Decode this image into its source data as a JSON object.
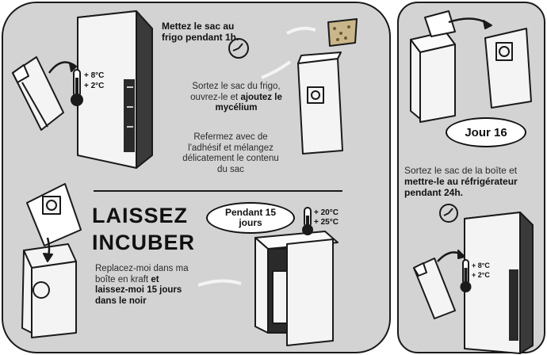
{
  "steps": {
    "fridge_title": "Mettez le sac au frigo pendant 1h.",
    "fridge_temps": [
      "+ 8°C",
      "+ 2°C"
    ],
    "mycelium_pre": "Sortez le sac du frigo, ouvrez-le et ",
    "mycelium_bold": "ajoutez le mycélium",
    "reseal": "Refermez avec de l'adhésif et mélangez délicatement le contenu du sac",
    "incubate_title_1": "LAISSEZ",
    "incubate_title_2": "INCUBER",
    "incubate_pre": "Replacez-moi dans ma boîte en kraft ",
    "incubate_bold": "et laissez-moi 15 jours dans le noir",
    "duration_label": "Pendant 15 jours",
    "incubate_temps": [
      "+ 20°C",
      "+ 25°C"
    ]
  },
  "right": {
    "day_label": "Jour 16",
    "instr_pre": "Sortez le sac de la boîte et ",
    "instr_bold": "mettre-le au réfrigérateur pendant 24h.",
    "fridge_temps": [
      "+ 8°C",
      "+ 2°C"
    ]
  },
  "colors": {
    "panel": "#d3d3d3",
    "outline": "#1a1a1a",
    "box": "#f4f4f4"
  }
}
